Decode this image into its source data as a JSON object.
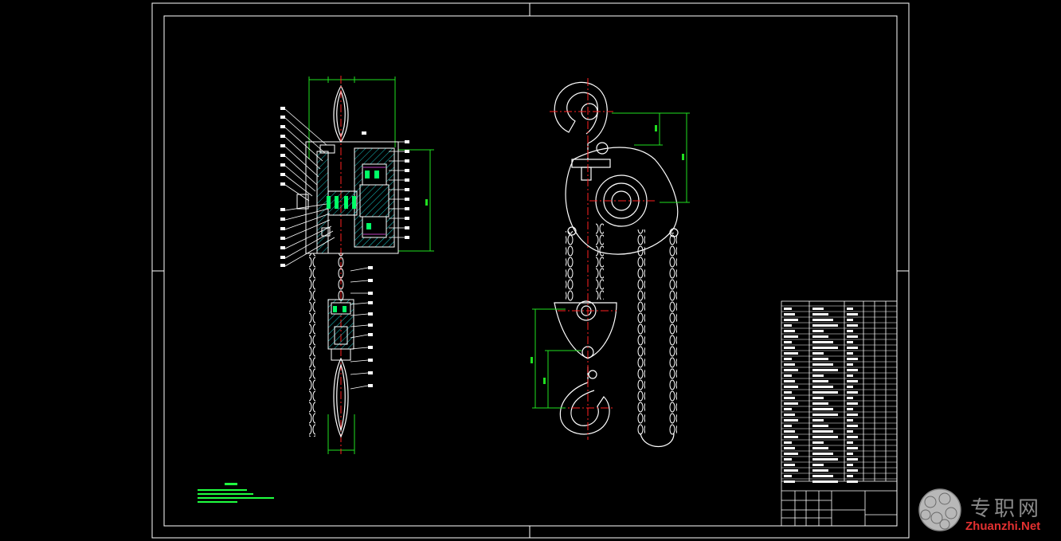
{
  "drawing": {
    "type": "cad-assembly-drawing",
    "background": "#000000",
    "colors": {
      "frame": "#ffffff",
      "outline": "#ffffff",
      "centerline": "#ff2020",
      "dimension": "#20e020",
      "hatch": "#19c8c8",
      "highlight": "#00ff66",
      "note_text": "#20ff40"
    }
  },
  "watermark": {
    "name_cn": "专职网",
    "name_en": "Zhuanzhi.Net",
    "icon": "globe-logo-icon"
  }
}
